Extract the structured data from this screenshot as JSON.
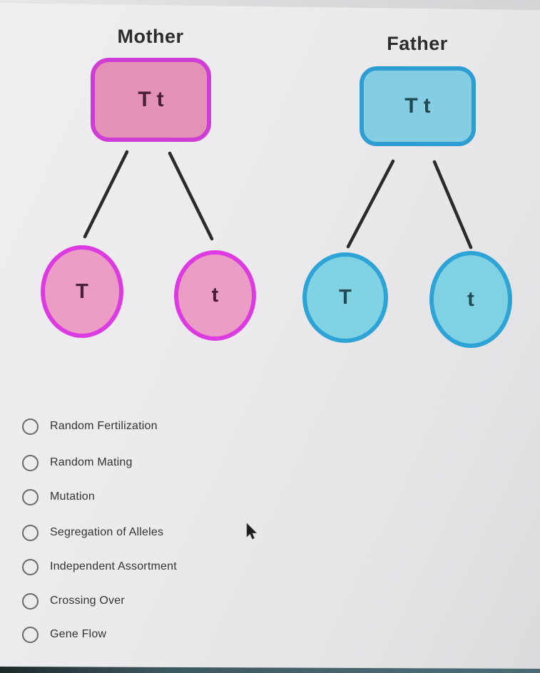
{
  "question_diagram": {
    "mother": {
      "title": "Mother",
      "genotype": "Tt",
      "allele_left": "T",
      "allele_right": "t",
      "box_fill": "#e492b6",
      "box_border": "#cf3ed4",
      "circle_fill": "#eb9dc5",
      "circle_border": "#dd3be2"
    },
    "father": {
      "title": "Father",
      "genotype": "Tt",
      "allele_left": "T",
      "allele_right": "t",
      "box_fill": "#85cde2",
      "box_border": "#2e9ed2",
      "circle_fill": "#80d1e2",
      "circle_border": "#2da3d6"
    },
    "line_color": "#2b2b2b"
  },
  "options": [
    {
      "label": "Random Fertilization",
      "selected": false
    },
    {
      "label": "Random Mating",
      "selected": false
    },
    {
      "label": "Mutation",
      "selected": false
    },
    {
      "label": "Segregation of Alleles",
      "selected": false
    },
    {
      "label": "Independent Assortment",
      "selected": false
    },
    {
      "label": "Crossing Over",
      "selected": false
    },
    {
      "label": "Gene Flow",
      "selected": false
    }
  ],
  "icons": {
    "cursor": "arrow-pointer",
    "radio": "radio-unselected"
  },
  "screen": {
    "bottom_bar_color": "#496770"
  }
}
